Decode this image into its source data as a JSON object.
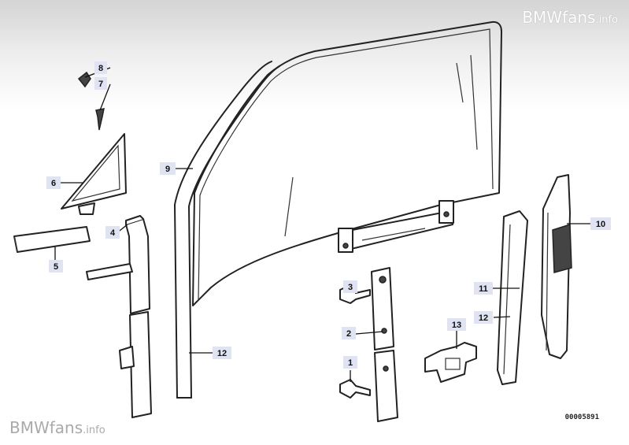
{
  "watermark": {
    "brand": "BMWfans",
    "suffix": ".info"
  },
  "diagram_number": "00005891",
  "callouts": {
    "c1": "1",
    "c2": "2",
    "c3": "3",
    "c4": "4",
    "c5": "5",
    "c6": "6",
    "c7": "7",
    "c8": "8",
    "c9": "9",
    "c10": "10",
    "c11": "11",
    "c12a": "12",
    "c12b": "12",
    "c13": "13"
  }
}
